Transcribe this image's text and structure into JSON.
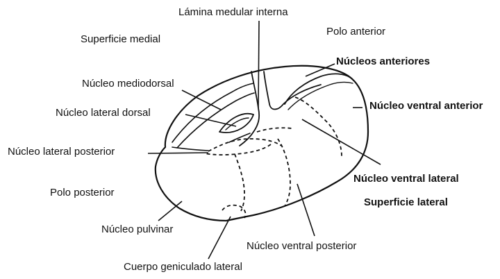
{
  "diagram": {
    "labels": {
      "lamina_medular_interna": "Lámina medular interna",
      "superficie_medial": "Superficie medial",
      "polo_anterior": "Polo anterior",
      "nucleos_anteriores": "Núcleos anteriores",
      "nucleo_mediodorsal": "Núcleo mediodorsal",
      "nucleo_ventral_anterior": "Núcleo ventral anterior",
      "nucleo_lateral_dorsal": "Núcleo lateral dorsal",
      "nucleo_lateral_posterior": "Núcleo lateral posterior",
      "nucleo_ventral_lateral": "Núcleo ventral lateral",
      "polo_posterior": "Polo posterior",
      "superficie_lateral": "Superficie lateral",
      "nucleo_pulvinar": "Núcleo pulvinar",
      "nucleo_ventral_posterior": "Núcleo ventral posterior",
      "cuerpo_geniculado_lateral": "Cuerpo geniculado lateral"
    },
    "colors": {
      "ink": "#111111",
      "background": "#ffffff"
    }
  }
}
